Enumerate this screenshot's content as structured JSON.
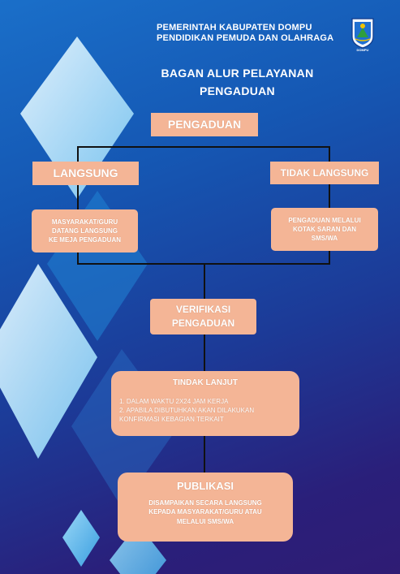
{
  "header": {
    "line1": "PEMERINTAH KABUPATEN DOMPU",
    "line2": "PENDIDIKAN PEMUDA DAN OLAHRAGA",
    "logo_caption": "DOMPU"
  },
  "title": {
    "line1": "BAGAN ALUR PELAYANAN",
    "line2": "PENGADUAN"
  },
  "flow": {
    "pengaduan": "PENGADUAN",
    "langsung": "LANGSUNG",
    "tidak_langsung": "TIDAK LANGSUNG",
    "langsung_desc": {
      "line1": "MASYARAKAT/GURU",
      "line2": "DATANG LANGSUNG",
      "line3": "KE MEJA PENGADUAN"
    },
    "tidak_langsung_desc": {
      "line1": "PENGADUAN MELALUI",
      "line2": "KOTAK SARAN DAN",
      "line3": "SMS/WA"
    },
    "verifikasi": {
      "line1": "VERIFIKASI",
      "line2": "PENGADUAN"
    },
    "tindak_lanjut": {
      "title": "TINDAK LANJUT",
      "item1": "1. DALAM WAKTU 2X24 JAM KERJA",
      "item2": "2. APABILA DIBUTUHKAN AKAN DILAKUKAN",
      "item3": "KONFIRMASI KEBAGIAN TERKAIT"
    },
    "publikasi": {
      "title": "PUBLIKASI",
      "line1": "DISAMPAIKAN SECARA LANGSUNG",
      "line2": "KEPADA MASYARAKAT/GURU ATAU",
      "line3": "MELALUI SMS/WA"
    }
  },
  "colors": {
    "box_fill": "#f4b596",
    "connector": "#111111",
    "background_top": "#1a6fc9",
    "background_bottom": "#2f1c74"
  }
}
